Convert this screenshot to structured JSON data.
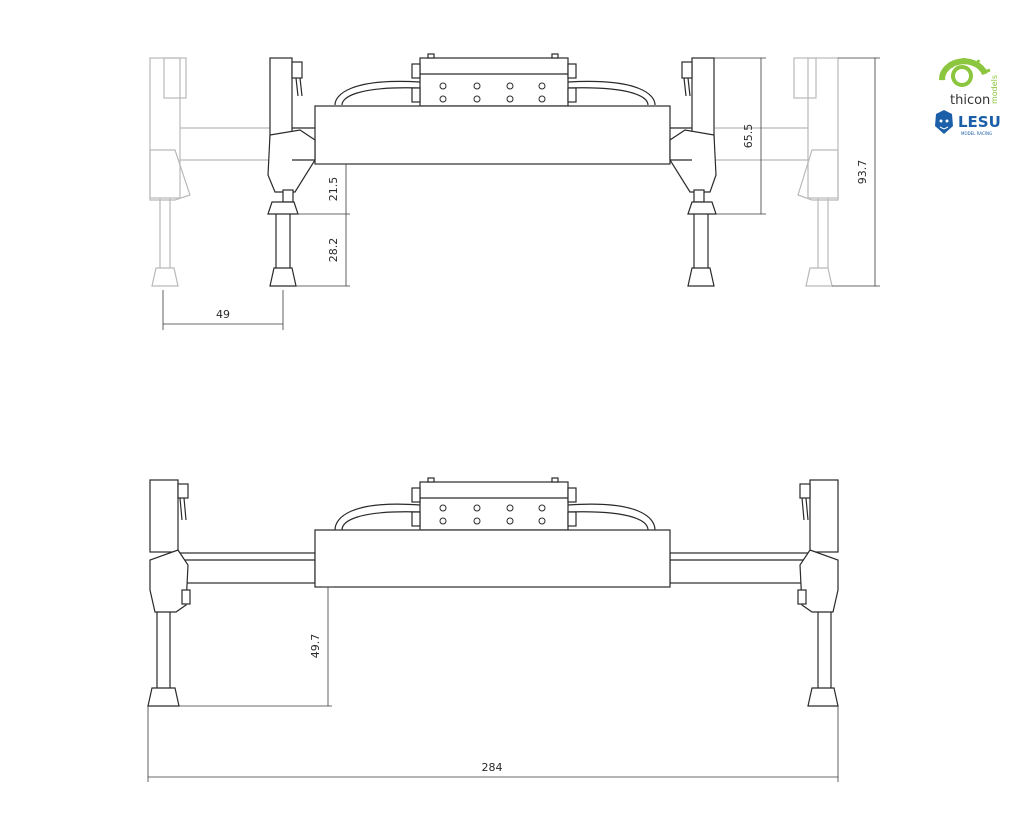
{
  "top_view": {
    "dim_leg_offset": "49",
    "dim_foot_clearance": "21.5",
    "dim_foot_lift": "28.2",
    "dim_box_height": "65.5",
    "dim_total_height": "93.7"
  },
  "bottom_view": {
    "dim_ground_clearance": "49.7",
    "dim_total_width": "284"
  },
  "logos": {
    "thicon_name": "thicon",
    "thicon_sub": "models",
    "lesu_name": "LESU",
    "lesu_sub": "MODEL RACING",
    "colors": {
      "thicon_green": "#8cc63f",
      "lesu_blue": "#1b5fa8"
    }
  }
}
